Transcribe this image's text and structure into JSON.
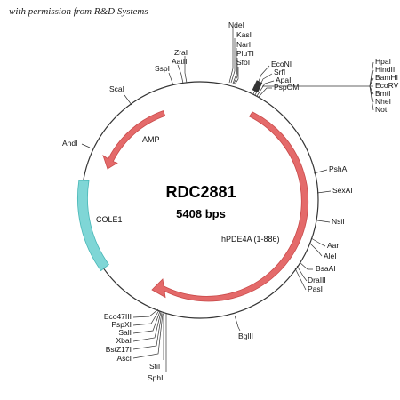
{
  "permission_note": "with permission from R&D Systems",
  "plasmid": {
    "name": "RDC2881",
    "size": "5408 bps"
  },
  "features": {
    "amp": "AMP",
    "cole1": "COLE1",
    "insert": "hPDE4A (1-886)"
  },
  "sites": {
    "top_cluster": [
      "NdeI",
      "KasI",
      "NarI",
      "PluTI",
      "SfoI"
    ],
    "zral": "ZraI",
    "aatii": "AatII",
    "sspi": "SspI",
    "scai": "ScaI",
    "ahdi": "AhdI",
    "econi_cluster": [
      "EcoNI",
      "SrfI",
      "ApaI",
      "PspOMI"
    ],
    "mcs_cluster": [
      "HpaI",
      "HindIII",
      "BamHI",
      "EcoRV",
      "BmtI",
      "NheI",
      "NotI"
    ],
    "pshai": "PshAI",
    "sexai": "SexAI",
    "nsii": "NsiI",
    "aari": "AarI",
    "alei": "AleI",
    "bsaai": "BsaAI",
    "draiii": "DraIII",
    "pasi": "PasI",
    "bglii": "BglII",
    "bottom_left_cluster": [
      "Eco47III",
      "PspXI",
      "SalI",
      "XbaI",
      "BstZ17I",
      "AscI"
    ],
    "sfii": "SfiI",
    "sphi": "SphI"
  },
  "colors": {
    "arrow_fill": "#e46a6a",
    "arrow_stroke": "#c94a4a",
    "cole1_fill": "#7fd6d6",
    "cole1_stroke": "#47b7b7",
    "backbone": "#333333"
  }
}
